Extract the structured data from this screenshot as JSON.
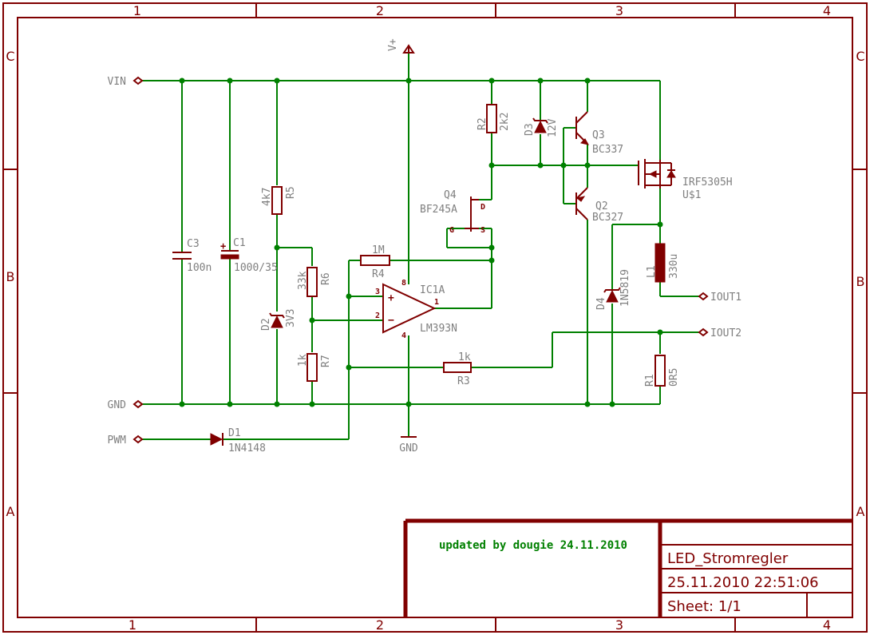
{
  "frame": {
    "columns": [
      "1",
      "2",
      "3",
      "4"
    ],
    "rows": [
      "C",
      "B",
      "A"
    ]
  },
  "nets": {
    "vin": "VIN",
    "gnd": "GND",
    "pwm": "PWM",
    "vplus": "V+",
    "gnd_opamp": "GND",
    "iout1": "IOUT1",
    "iout2": "IOUT2"
  },
  "components": {
    "c3": {
      "name": "C3",
      "value": "100n"
    },
    "c1": {
      "name": "C1",
      "value": "1000/35"
    },
    "r5": {
      "name": "R5",
      "value": "4k7"
    },
    "r6": {
      "name": "R6",
      "value": "33k"
    },
    "r7": {
      "name": "R7",
      "value": "1k"
    },
    "d2": {
      "name": "D2",
      "value": "3V3"
    },
    "d1": {
      "name": "D1",
      "value": "1N4148"
    },
    "r4": {
      "name": "R4",
      "value": "1M"
    },
    "ic1a": {
      "name": "IC1A",
      "value": "LM393N",
      "pins": [
        "3",
        "2",
        "1",
        "8",
        "4"
      ]
    },
    "r3": {
      "name": "R3",
      "value": "1k"
    },
    "q4": {
      "name": "Q4",
      "value": "BF245A",
      "pins": [
        "D",
        "G",
        "S"
      ]
    },
    "r2": {
      "name": "R2",
      "value": "2k2"
    },
    "d3": {
      "name": "D3",
      "value": "12V"
    },
    "q3": {
      "name": "Q3",
      "value": "BC337"
    },
    "q2": {
      "name": "Q2",
      "value": "BC327"
    },
    "u1": {
      "name": "U$1",
      "value": "IRF5305H"
    },
    "l1": {
      "name": "L1",
      "value": "330u"
    },
    "d4": {
      "name": "D4",
      "value": "1N5819"
    },
    "r1": {
      "name": "R1",
      "value": "0R5"
    }
  },
  "title_block": {
    "note": "updated by dougie 24.11.2010",
    "title": "LED_Stromregler",
    "datetime": "25.11.2010  22:51:06",
    "sheet": "Sheet: 1/1"
  },
  "colors": {
    "wire": "#008000",
    "component": "#800000",
    "label": "#7f7f7f"
  }
}
